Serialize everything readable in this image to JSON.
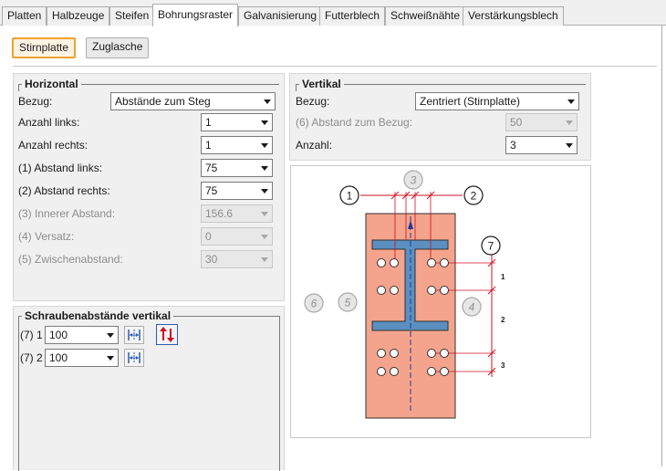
{
  "tabs": [
    {
      "label": "Platten",
      "active": false
    },
    {
      "label": "Halbzeuge",
      "active": false
    },
    {
      "label": "Steifen",
      "active": false
    },
    {
      "label": "Bohrungsraster",
      "active": true
    },
    {
      "label": "Galvanisierung",
      "active": false
    },
    {
      "label": "Futterblech",
      "active": false
    },
    {
      "label": "Schweißnähte",
      "active": false
    },
    {
      "label": "Verstärkungsblech",
      "active": false
    }
  ],
  "type_buttons": {
    "stirnplatte": "Stirnplatte",
    "zuglasche": "Zuglasche"
  },
  "horizontal": {
    "title": "Horizontal",
    "bezug": {
      "label": "Bezug:",
      "value": "Abstände zum Steg"
    },
    "anzahl_links": {
      "label": "Anzahl links:",
      "value": "1"
    },
    "anzahl_rechts": {
      "label": "Anzahl rechts:",
      "value": "1"
    },
    "abstand_links": {
      "label": "(1) Abstand links:",
      "value": "75"
    },
    "abstand_rechts": {
      "label": "(2) Abstand rechts:",
      "value": "75"
    },
    "innerer_abstand": {
      "label": "(3) Innerer Abstand:",
      "value": "156.6"
    },
    "versatz": {
      "label": "(4) Versatz:",
      "value": "0"
    },
    "zwischenabstand": {
      "label": "(5) Zwischenabstand:",
      "value": "30"
    }
  },
  "vertikal": {
    "title": "Vertikal",
    "bezug": {
      "label": "Bezug:",
      "value": "Zentriert (Stirnplatte)"
    },
    "abstand_zum_bezug": {
      "label": "(6) Abstand zum Bezug:",
      "value": "50"
    },
    "anzahl": {
      "label": "Anzahl:",
      "value": "3"
    }
  },
  "schrauben": {
    "title": "Schraubenabstände vertikal",
    "rows": [
      {
        "label": "(7) 1",
        "value": "100"
      },
      {
        "label": "(7) 2",
        "value": "100"
      }
    ]
  },
  "diagram": {
    "markers": {
      "m1": "1",
      "m2": "2",
      "m3": "3",
      "m4": "4",
      "m5": "5",
      "m6": "6",
      "m7": "7"
    },
    "dims": {
      "d1": "1",
      "d2": "2",
      "d3": "3"
    }
  },
  "colors": {
    "accent": "#f0a030",
    "plate": "#f4a48c",
    "beam": "#5b8fc0",
    "dim": "#d01020"
  },
  "icons": {
    "distribute": "distribute-icon",
    "swap": "swap-vertical-icon",
    "dropdown": "chevron-down-icon"
  }
}
